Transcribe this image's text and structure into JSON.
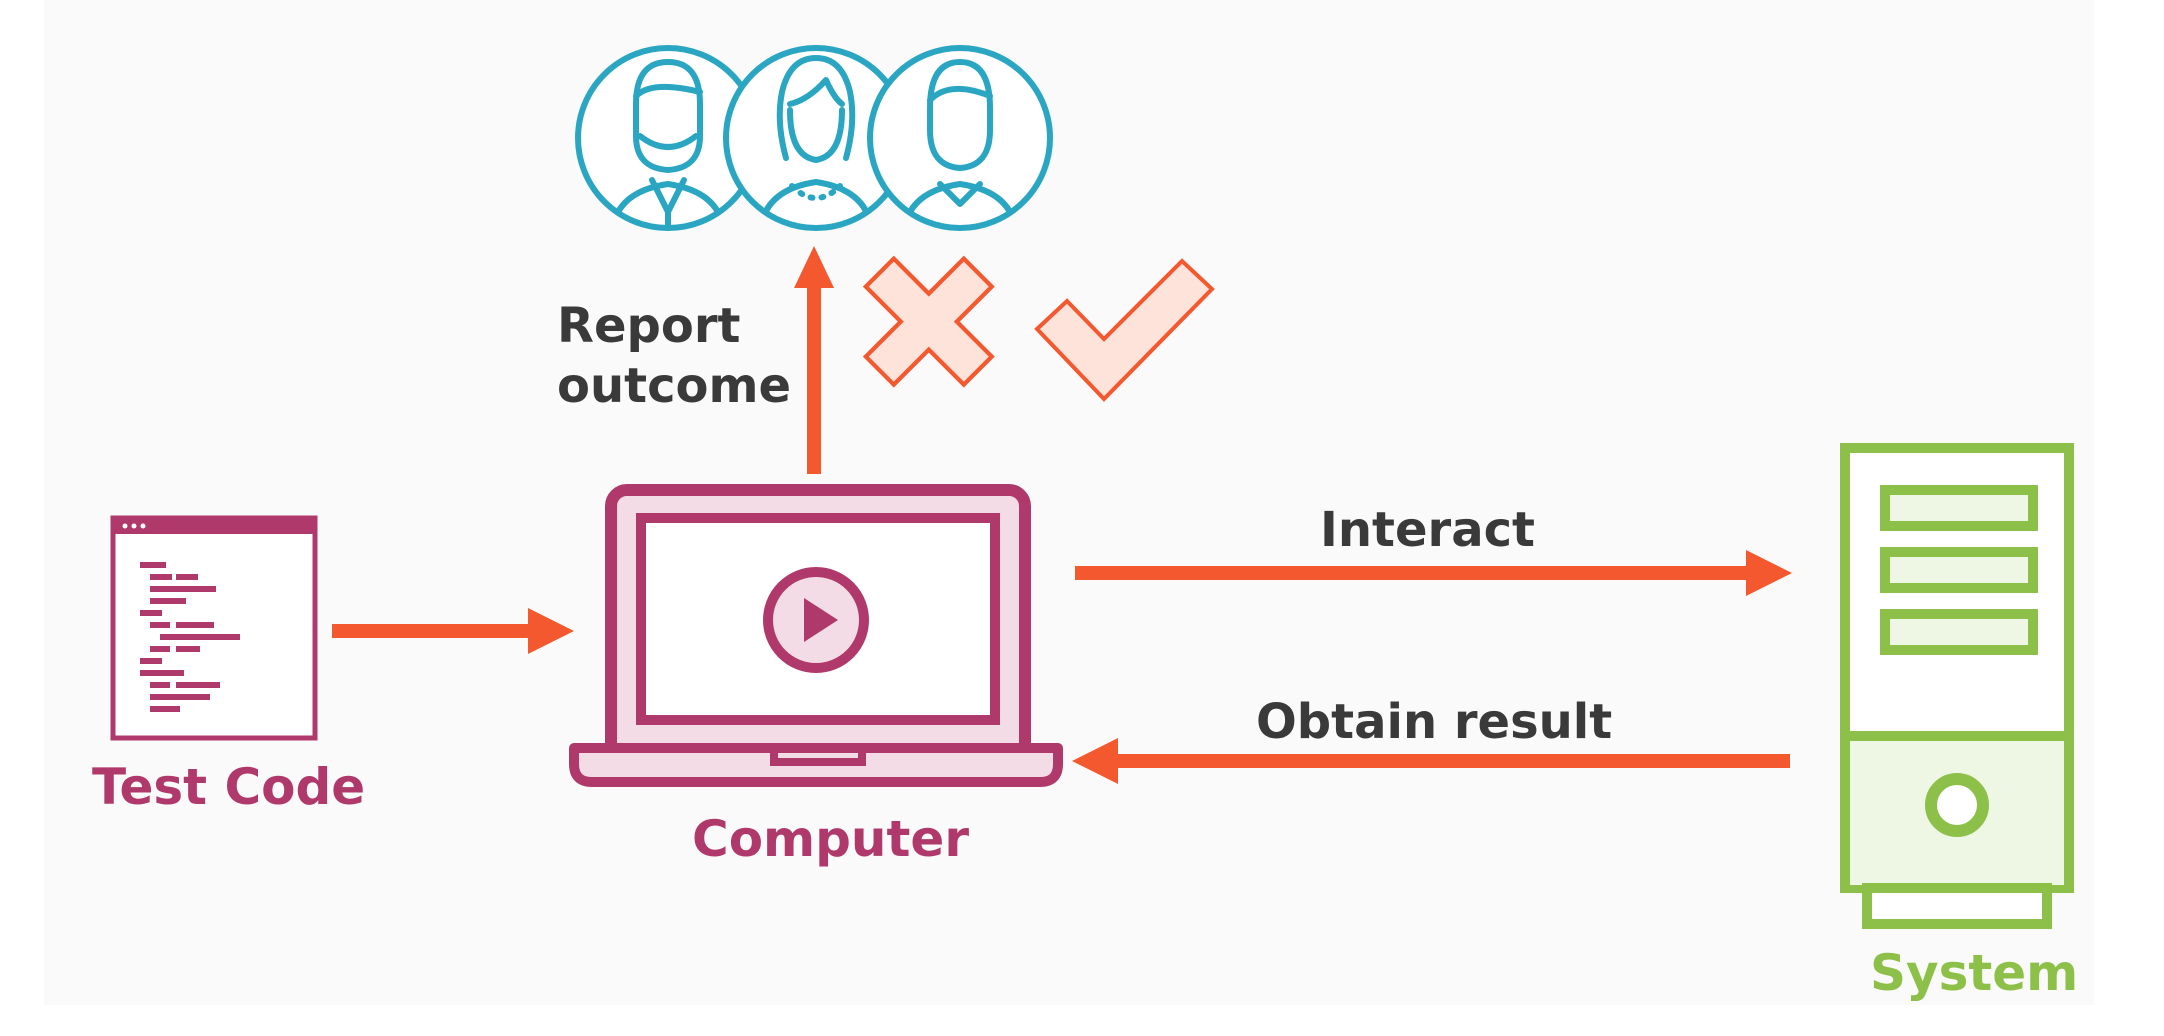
{
  "labels": {
    "report_outcome_line1": "Report",
    "report_outcome_line2": "outcome",
    "interact": "Interact",
    "obtain_result": "Obtain result",
    "test_code": "Test Code",
    "computer": "Computer",
    "system": "System"
  },
  "colors": {
    "arrow": "#f4582e",
    "plum": "#b0396b",
    "plum_light": "#f4dce6",
    "teal": "#2aa6c2",
    "green": "#8dc049",
    "green_light": "#eef6e4",
    "text_dark": "#3a3a3a"
  },
  "icons": [
    "people-icon",
    "fail-cross-icon",
    "pass-check-icon",
    "code-file-icon",
    "laptop-icon",
    "play-icon",
    "server-icon"
  ]
}
